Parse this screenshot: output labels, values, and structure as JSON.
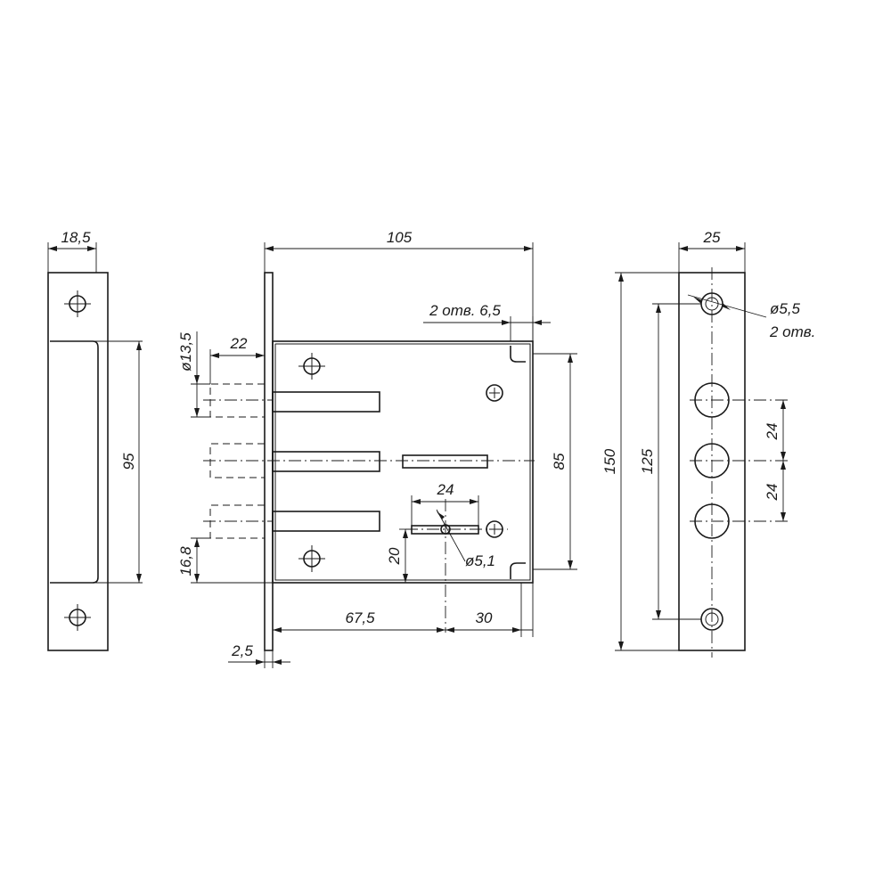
{
  "drawing": {
    "colors": {
      "line": "#1a1a1a",
      "background": "#ffffff"
    },
    "dimensions": {
      "strike_width": "18,5",
      "strike_height": "95",
      "body_width": "105",
      "bolt_diameter": "ø13,5",
      "bolt_throw": "22",
      "holes_note": "2 отв. 6,5",
      "body_height": "85",
      "bolt_offset": "16,8",
      "keyhole_width": "24",
      "keyhole_height": "20",
      "keyhole_diameter": "ø5,1",
      "backset": "67,5",
      "keyhole_to_edge": "30",
      "faceplate_thickness": "2,5",
      "faceplate_width": "25",
      "faceplate_hole_diameter": "ø5,5",
      "faceplate_hole_count": "2 отв.",
      "faceplate_length": "150",
      "faceplate_hole_spacing": "125",
      "bolt_spacing_upper": "24",
      "bolt_spacing_lower": "24"
    }
  }
}
